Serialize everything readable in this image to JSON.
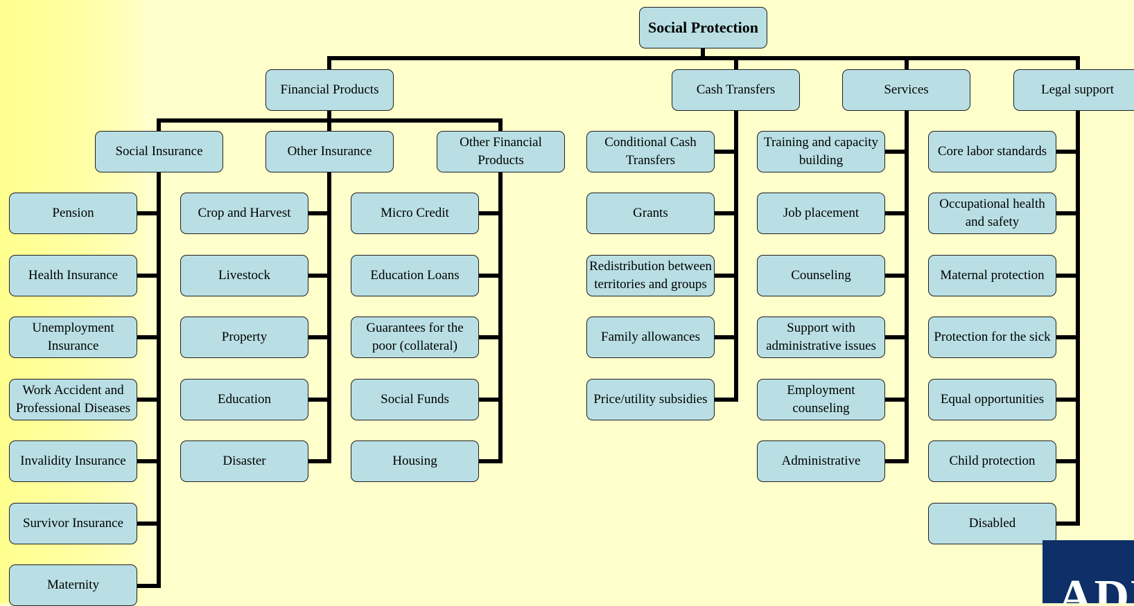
{
  "tree": {
    "root": "Social Protection",
    "categories": {
      "financial_products": {
        "label": "Financial Products",
        "social_insurance": {
          "label": "Social Insurance",
          "items": [
            "Pension",
            "Health Insurance",
            "Unemployment Insurance",
            "Work Accident and Professional Diseases",
            "Invalidity Insurance",
            "Survivor Insurance",
            "Maternity"
          ]
        },
        "other_insurance": {
          "label": "Other Insurance",
          "items": [
            "Crop and Harvest",
            "Livestock",
            "Property",
            "Education",
            "Disaster"
          ]
        },
        "other_financial_products": {
          "label": "Other Financial Products",
          "items": [
            "Micro Credit",
            "Education Loans",
            "Guarantees for the poor (collateral)",
            "Social Funds",
            "Housing"
          ]
        }
      },
      "cash_transfers": {
        "label": "Cash Transfers",
        "items": [
          "Conditional Cash Transfers",
          "Grants",
          "Redistribution between territories and groups",
          "Family allowances",
          "Price/utility subsidies"
        ]
      },
      "services": {
        "label": "Services",
        "items": [
          "Training and capacity building",
          "Job placement",
          "Counseling",
          "Support with administrative issues",
          "Employment counseling",
          "Administrative"
        ]
      },
      "legal_support": {
        "label": "Legal support",
        "items": [
          "Core labor standards",
          "Occupational health and safety",
          "Maternal protection",
          "Protection for the sick",
          "Equal opportunities",
          "Child protection",
          "Disabled"
        ]
      }
    }
  },
  "logo": {
    "text": "ADB",
    "color": "#0E2F67"
  },
  "colors": {
    "background": "#FFFFCC",
    "node_fill": "#B9DFE4",
    "connector": "#000000"
  }
}
